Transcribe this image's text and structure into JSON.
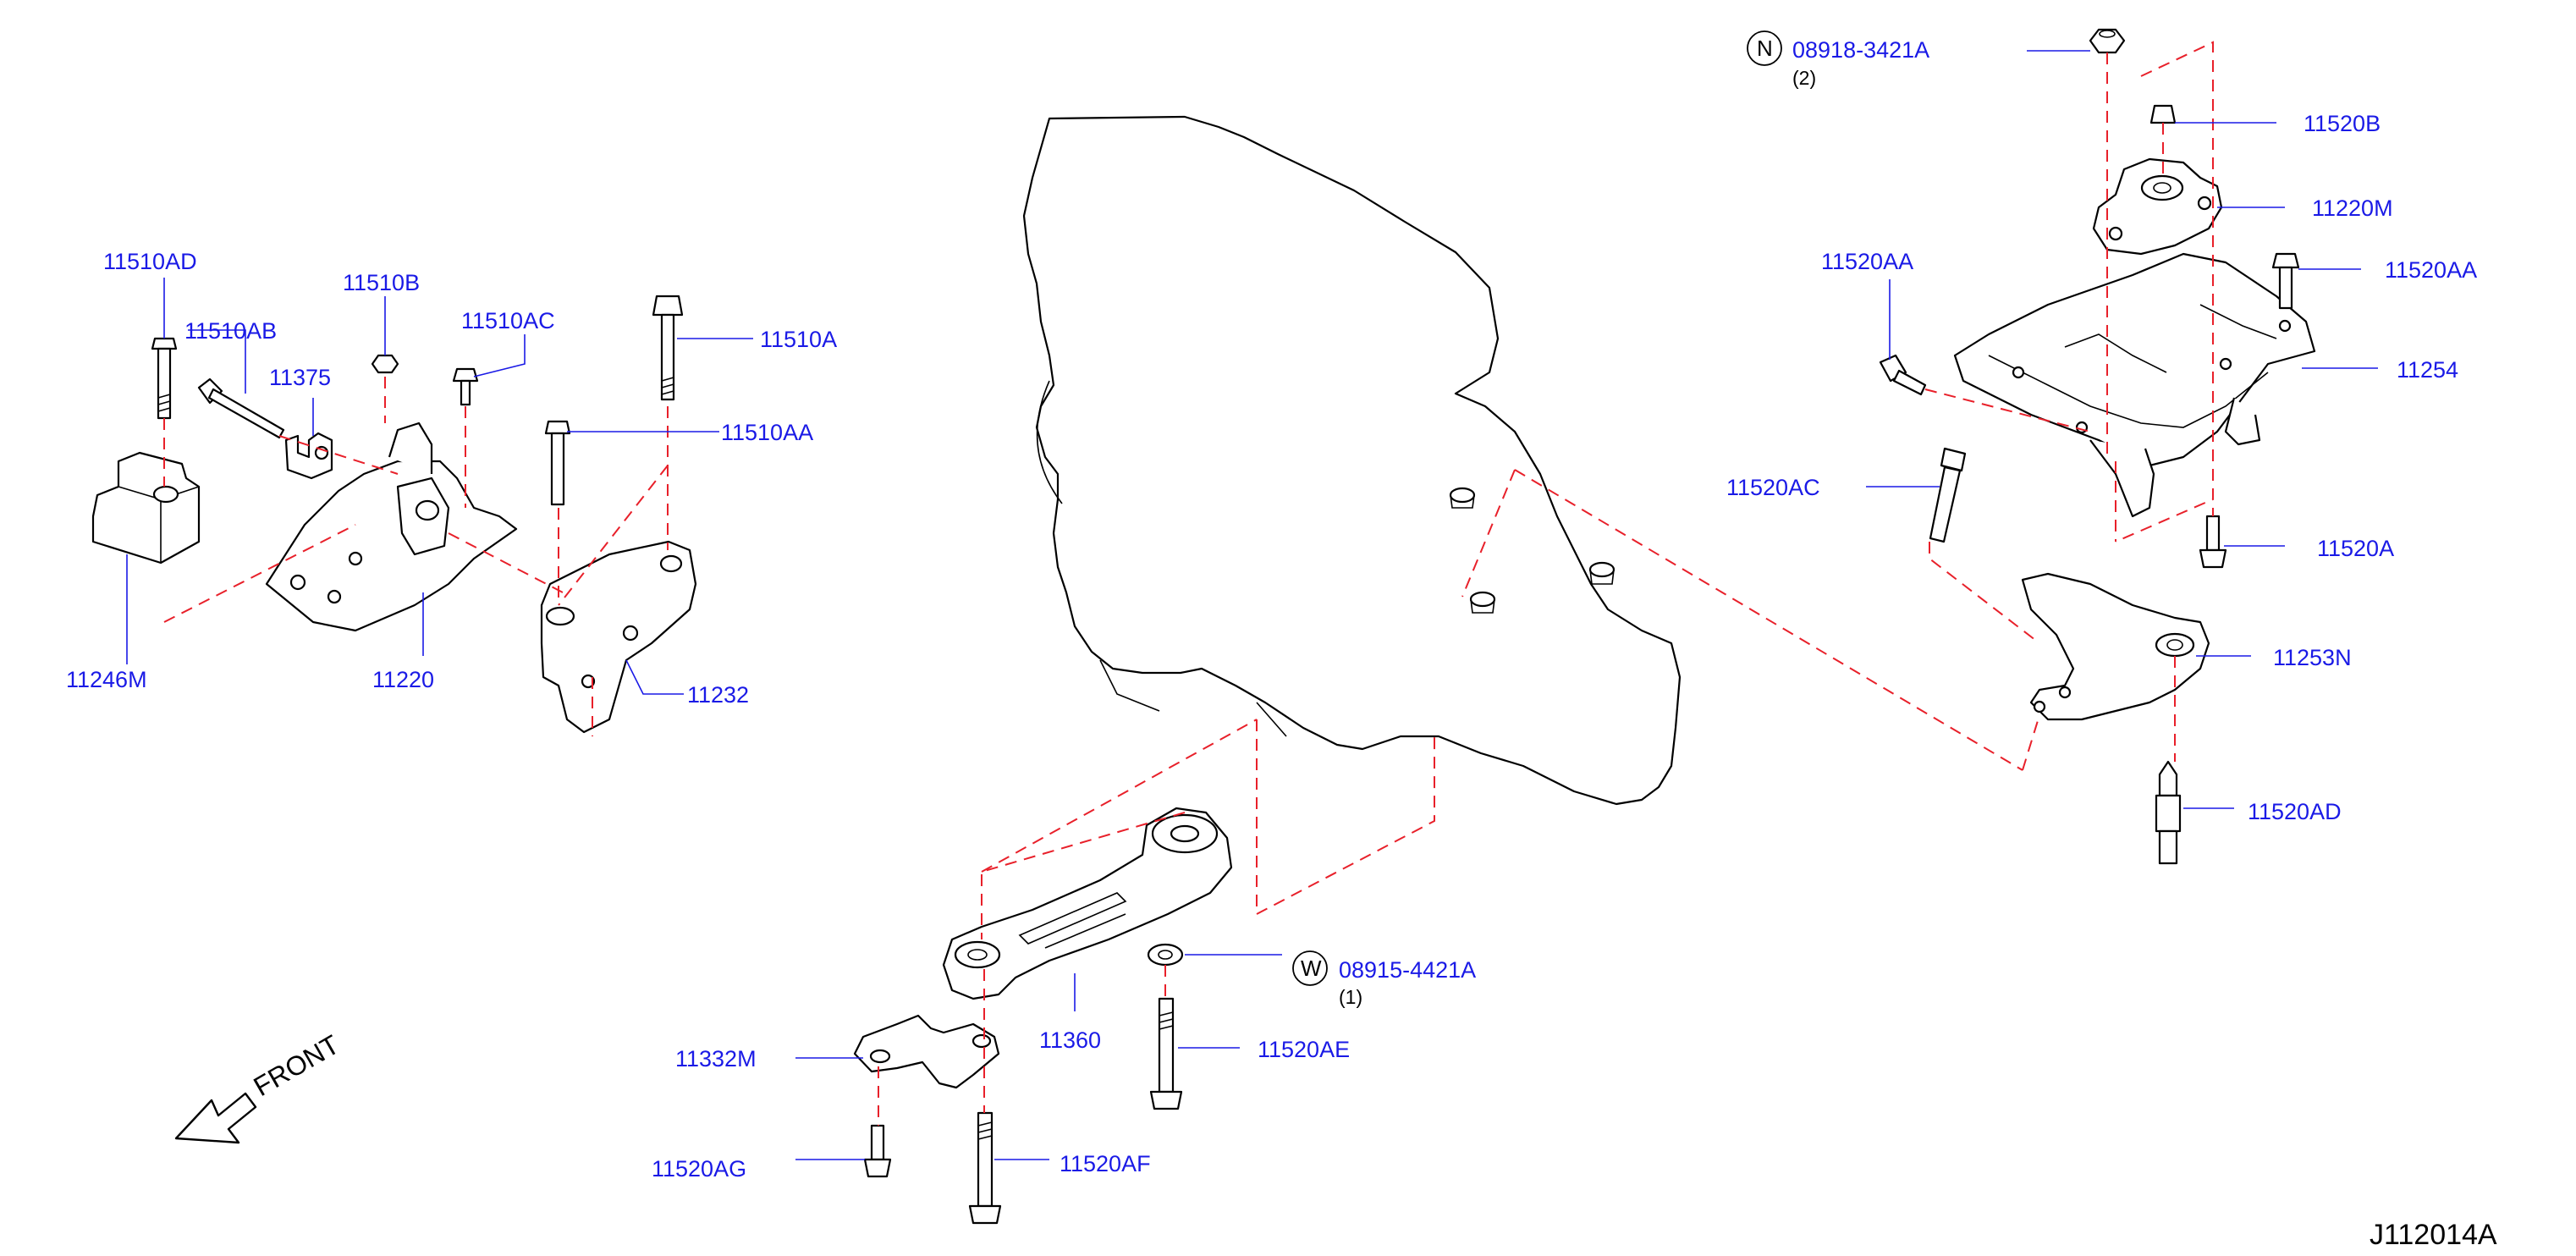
{
  "labels": {
    "p11510AD": "11510AD",
    "p11510AB": "11510AB",
    "p11510B": "11510B",
    "p11375": "11375",
    "p11510AC": "11510AC",
    "p11510A": "11510A",
    "p11510AA": "11510AA",
    "p11246M": "11246M",
    "p11220": "11220",
    "p11232": "11232",
    "p08918": "08918-3421A",
    "p11520B": "11520B",
    "p11220M": "11220M",
    "p11520AA_left": "11520AA",
    "p11520AA_right": "11520AA",
    "p11254": "11254",
    "p11520AC": "11520AC",
    "p11520A": "11520A",
    "p11253N": "11253N",
    "p11520AD": "11520AD",
    "p08915": "08915-4421A",
    "p11332M": "11332M",
    "p11360": "11360",
    "p11520AE": "11520AE",
    "p11520AG": "11520AG",
    "p11520AF": "11520AF"
  },
  "quantities": {
    "q08918": "(2)",
    "q08915": "(1)"
  },
  "symbols": {
    "nut_symbol": "N",
    "washer_symbol": "W"
  },
  "front_label": "FRONT",
  "diagram_code": "J112014A",
  "colors": {
    "label": "#1a1ae6",
    "dashed_guide": "#e8202a",
    "line_art": "#000000"
  }
}
